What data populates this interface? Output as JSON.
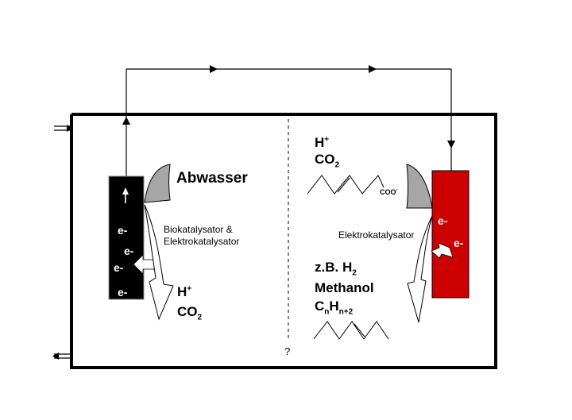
{
  "left": {
    "title": "Abwasser",
    "catalyst_line1": "Biokatalysator &",
    "catalyst_line2": "Elektrokatalysator",
    "product_h": "H",
    "product_h_sup": "+",
    "product_co": "CO",
    "product_co_sub": "2",
    "electrons": [
      "e-",
      "e-",
      "e-",
      "e-"
    ]
  },
  "right": {
    "input_h": "H",
    "input_h_sup": "+",
    "input_co": "CO",
    "input_co_sub": "2",
    "coo": "COO",
    "coo_sup": "-",
    "catalyst": "Elektrokatalysator",
    "product_line1_pre": "z.B. H",
    "product_line1_sub": "2",
    "product_line2": "Methanol",
    "product_line3_c": "C",
    "product_line3_n": "n",
    "product_line3_h": "H",
    "product_line3_sub": "n+2",
    "electrons": [
      "e-",
      "e-"
    ]
  },
  "separator_label": "?",
  "colors": {
    "anode": "#000000",
    "cathode": "#cc0000",
    "catalyst_fill": "#a6a6a6",
    "outline": "#000000"
  }
}
